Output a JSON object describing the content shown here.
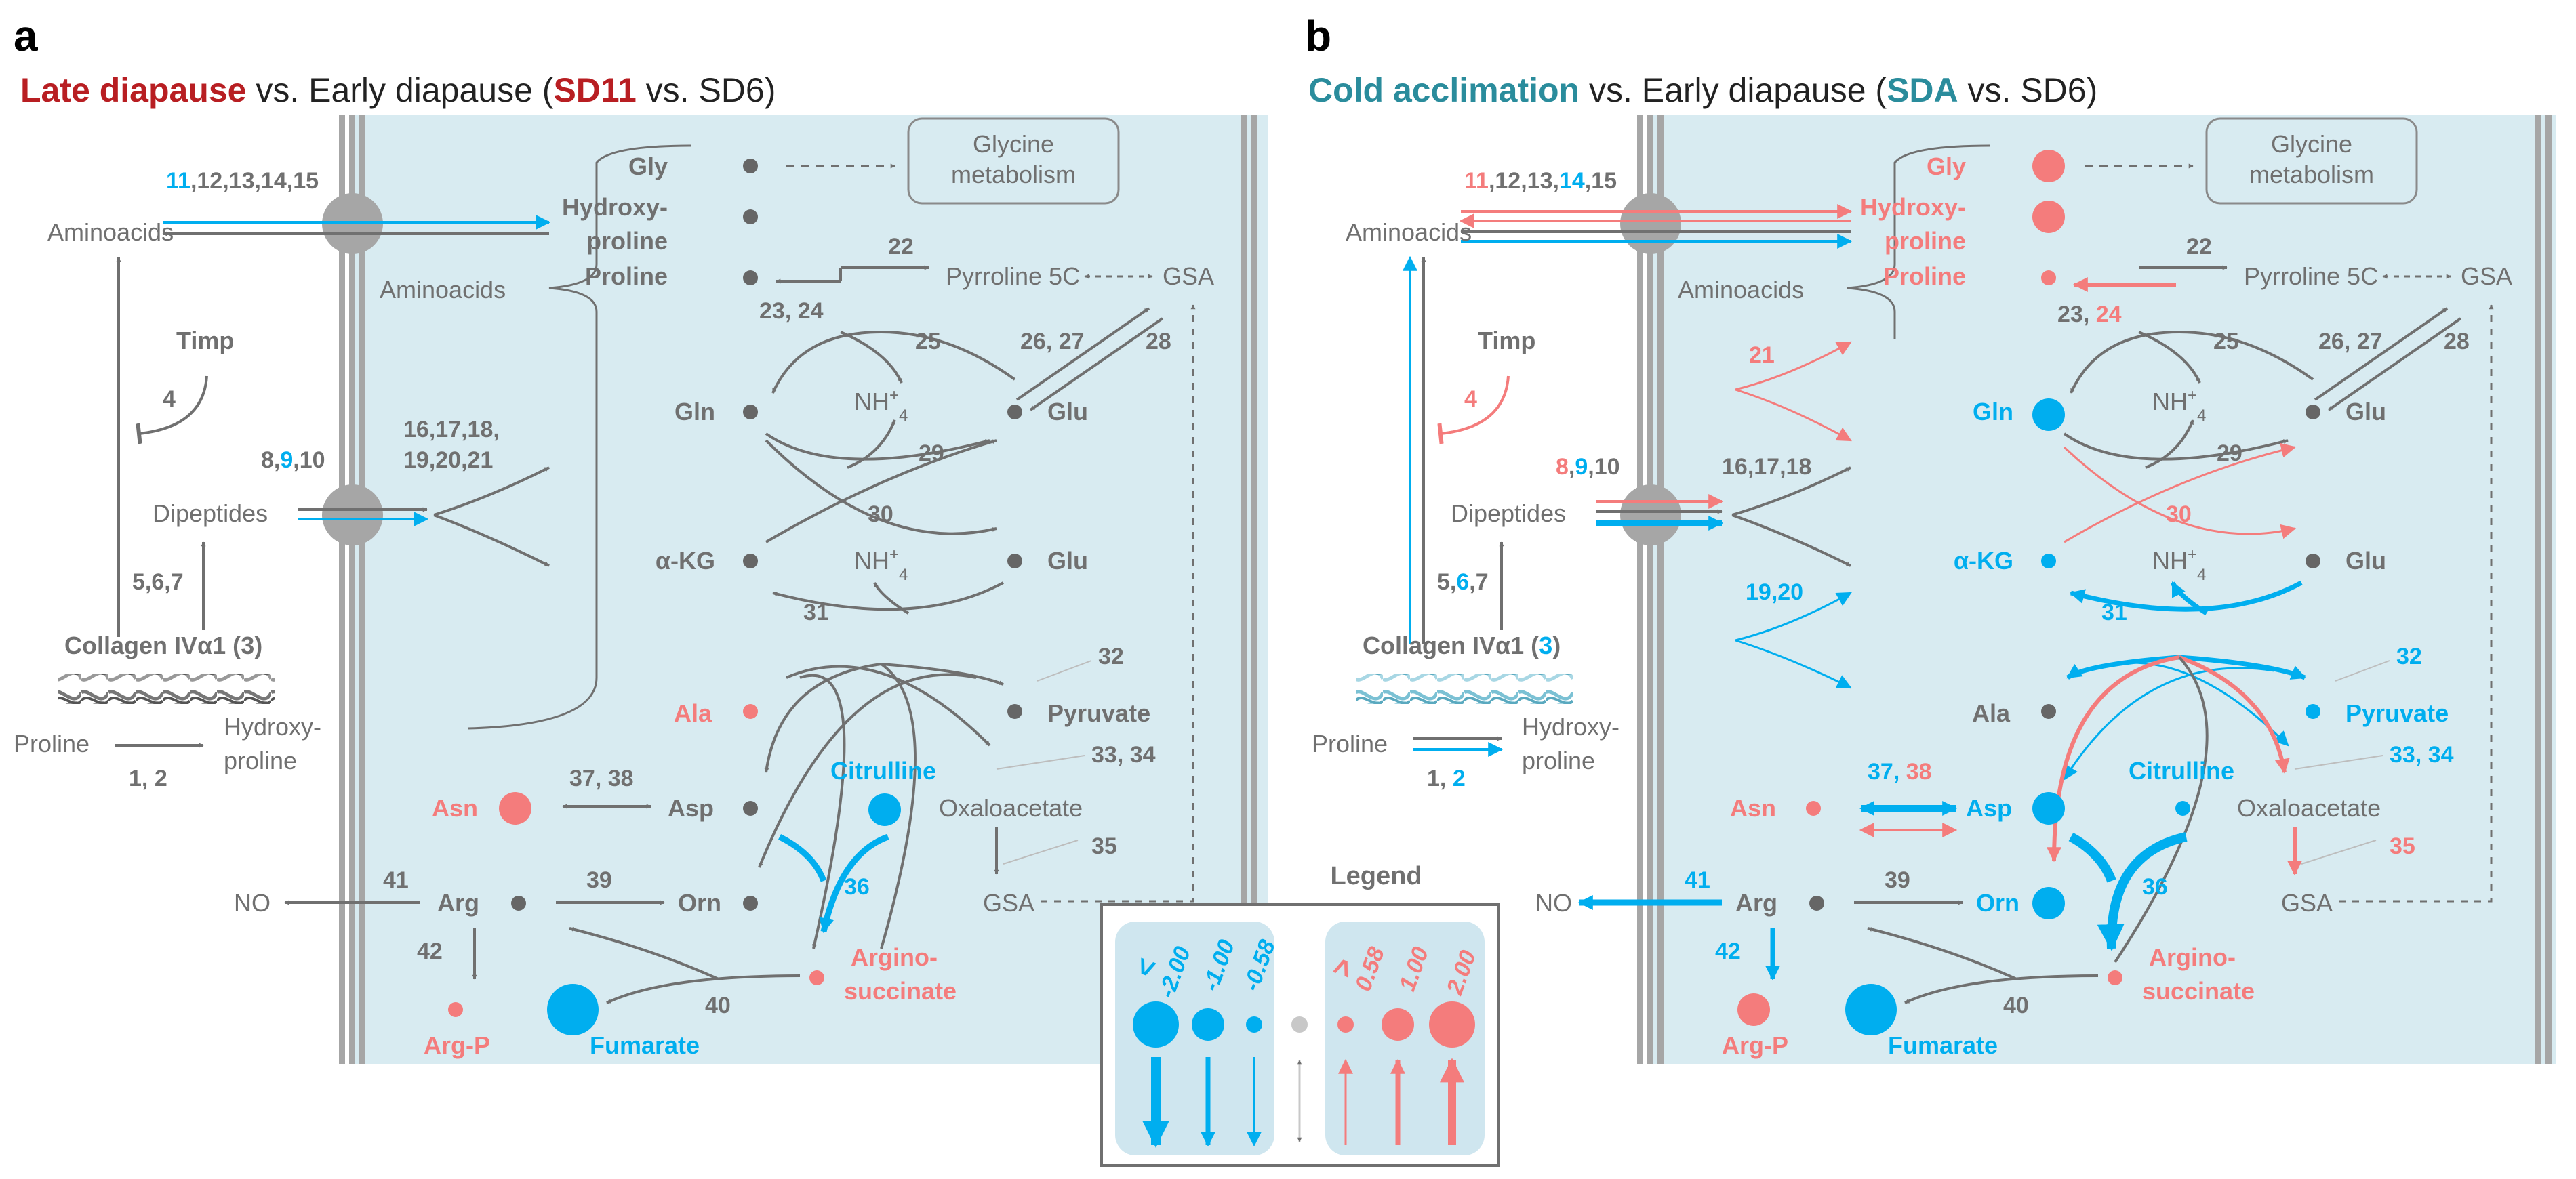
{
  "colors": {
    "gray": "#7f7f7f",
    "dark": "#666666",
    "light": "#999999",
    "blue": "#00aeef",
    "red": "#f47c7c",
    "darkred": "#b81e22",
    "teal": "#2a8c9c",
    "bg": "#d8ebf1",
    "wall": "#a6a6a6",
    "legend_bg": "#cfe6ef"
  },
  "a": {
    "letter": "a",
    "title_1": "Late diapause",
    "title_2": " vs. Early diapause (",
    "title_3": "SD11",
    "title_4": " vs. SD6)",
    "t_aa_n1": "11",
    "t_aa_n2": ",12,13,14,15",
    "t_aminoacids_out": "Aminoacids",
    "t_timp": "Timp",
    "t_timp_n": "4",
    "t_dip_n1": "8,",
    "t_dip_n2": "9",
    "t_dip_n3": ",10",
    "t_dipeptides": "Dipeptides",
    "t_567": "5,6,7",
    "t_collagen_1": "Collagen IVα1 (",
    "t_collagen_2": "3",
    "t_collagen_3": ")",
    "t_proline_out": "Proline",
    "t_hyp1": "Hydroxy-",
    "t_hyp2": "proline",
    "t_12_1": "1, ",
    "t_12_2": "2",
    "t_gly": "Gly",
    "t_hp1": "Hydroxy-",
    "t_hp2": "proline",
    "t_pro": "Proline",
    "t_aminoacids_in": "Aminoacids",
    "t_glymet1": "Glycine",
    "t_glymet2": "metabolism",
    "t_22": "22",
    "t_p5c": "Pyrroline 5C",
    "t_gsa_top": "GSA",
    "t_2324_1": "23, ",
    "t_2324_2": "24",
    "t_25": "25",
    "t_2627": "26, 27",
    "t_28": "28",
    "t_gln": "Gln",
    "t_glu1": "Glu",
    "t_nh4a": "NH",
    "t_29": "29",
    "t_30": "30",
    "t_akg": "α-KG",
    "t_glu2": "Glu",
    "t_nh4b": "NH",
    "t_31": "31",
    "t_mid1": "16,17,18,",
    "t_mid2": "19,20,21",
    "t_32": "32",
    "t_ala": "Ala",
    "t_pyruvate": "Pyruvate",
    "t_citrulline": "Citrulline",
    "t_3334": "33, 34",
    "t_asn": "Asn",
    "t_3738_1": "37, ",
    "t_3738_2": "38",
    "t_asp": "Asp",
    "t_oxaloacetate": "Oxaloacetate",
    "t_35": "35",
    "t_36": "36",
    "t_gsa_bot": "GSA",
    "t_no": "NO",
    "t_41": "41",
    "t_arg": "Arg",
    "t_39": "39",
    "t_orn": "Orn",
    "t_42": "42",
    "t_argp": "Arg-P",
    "t_argino1": "Argino-",
    "t_argino2": "succinate",
    "t_40": "40",
    "t_fumarate": "Fumarate"
  },
  "b": {
    "letter": "b",
    "title_1": "Cold acclimation",
    "title_2": " vs. Early diapause (",
    "title_3": "SDA",
    "title_4": " vs. SD6)",
    "t_aa_n1": "11",
    "t_aa_n2": ",12,13,",
    "t_aa_n3": "14",
    "t_aa_n4": ",15",
    "t_aminoacids_out": "Aminoacids",
    "t_timp": "Timp",
    "t_timp_n": "4",
    "t_dip_n1": "8",
    "t_dip_n2": ",",
    "t_dip_n3": "9",
    "t_dip_n4": ",10",
    "t_dipeptides": "Dipeptides",
    "t_567_1": "5,",
    "t_567_2": "6",
    "t_567_3": ",7",
    "t_collagen_1": "Collagen IVα1 (",
    "t_collagen_2": "3",
    "t_collagen_3": ")",
    "t_proline_out": "Proline",
    "t_hyp1": "Hydroxy-",
    "t_hyp2": "proline",
    "t_12_1": "1, ",
    "t_12_2": "2",
    "t_gly": "Gly",
    "t_hp1": "Hydroxy-",
    "t_hp2": "proline",
    "t_pro": "Proline",
    "t_aminoacids_in": "Aminoacids",
    "t_glymet1": "Glycine",
    "t_glymet2": "metabolism",
    "t_22": "22",
    "t_p5c": "Pyrroline 5C",
    "t_gsa_top": "GSA",
    "t_2324_1": "23, ",
    "t_2324_2": "24",
    "t_25": "25",
    "t_2627": "26, 27",
    "t_28": "28",
    "t_21": "21",
    "t_161718": "16,17,18",
    "t_1920": "19,20",
    "t_gln": "Gln",
    "t_glu1": "Glu",
    "t_nh4a": "NH",
    "t_29": "29",
    "t_30": "30",
    "t_akg": "α-KG",
    "t_glu2": "Glu",
    "t_nh4b": "NH",
    "t_31": "31",
    "t_32": "32",
    "t_ala": "Ala",
    "t_pyruvate": "Pyruvate",
    "t_citrulline": "Citrulline",
    "t_3334": "33, 34",
    "t_asn": "Asn",
    "t_3738_1": "37, ",
    "t_3738_2": "38",
    "t_asp": "Asp",
    "t_oxaloacetate": "Oxaloacetate",
    "t_35": "35",
    "t_36": "36",
    "t_gsa_bot": "GSA",
    "t_no": "NO",
    "t_41": "41",
    "t_arg": "Arg",
    "t_39": "39",
    "t_orn": "Orn",
    "t_42": "42",
    "t_argp": "Arg-P",
    "t_argino1": "Argino-",
    "t_argino2": "succinate",
    "t_40": "40",
    "t_fumarate": "Fumarate"
  },
  "legend": {
    "title": "Legend",
    "lt": "<",
    "gt": ">",
    "v1": "-2.00",
    "v2": "-1.00",
    "v3": "-0.58",
    "v4": "0.58",
    "v5": "1.00",
    "v6": "2.00"
  }
}
